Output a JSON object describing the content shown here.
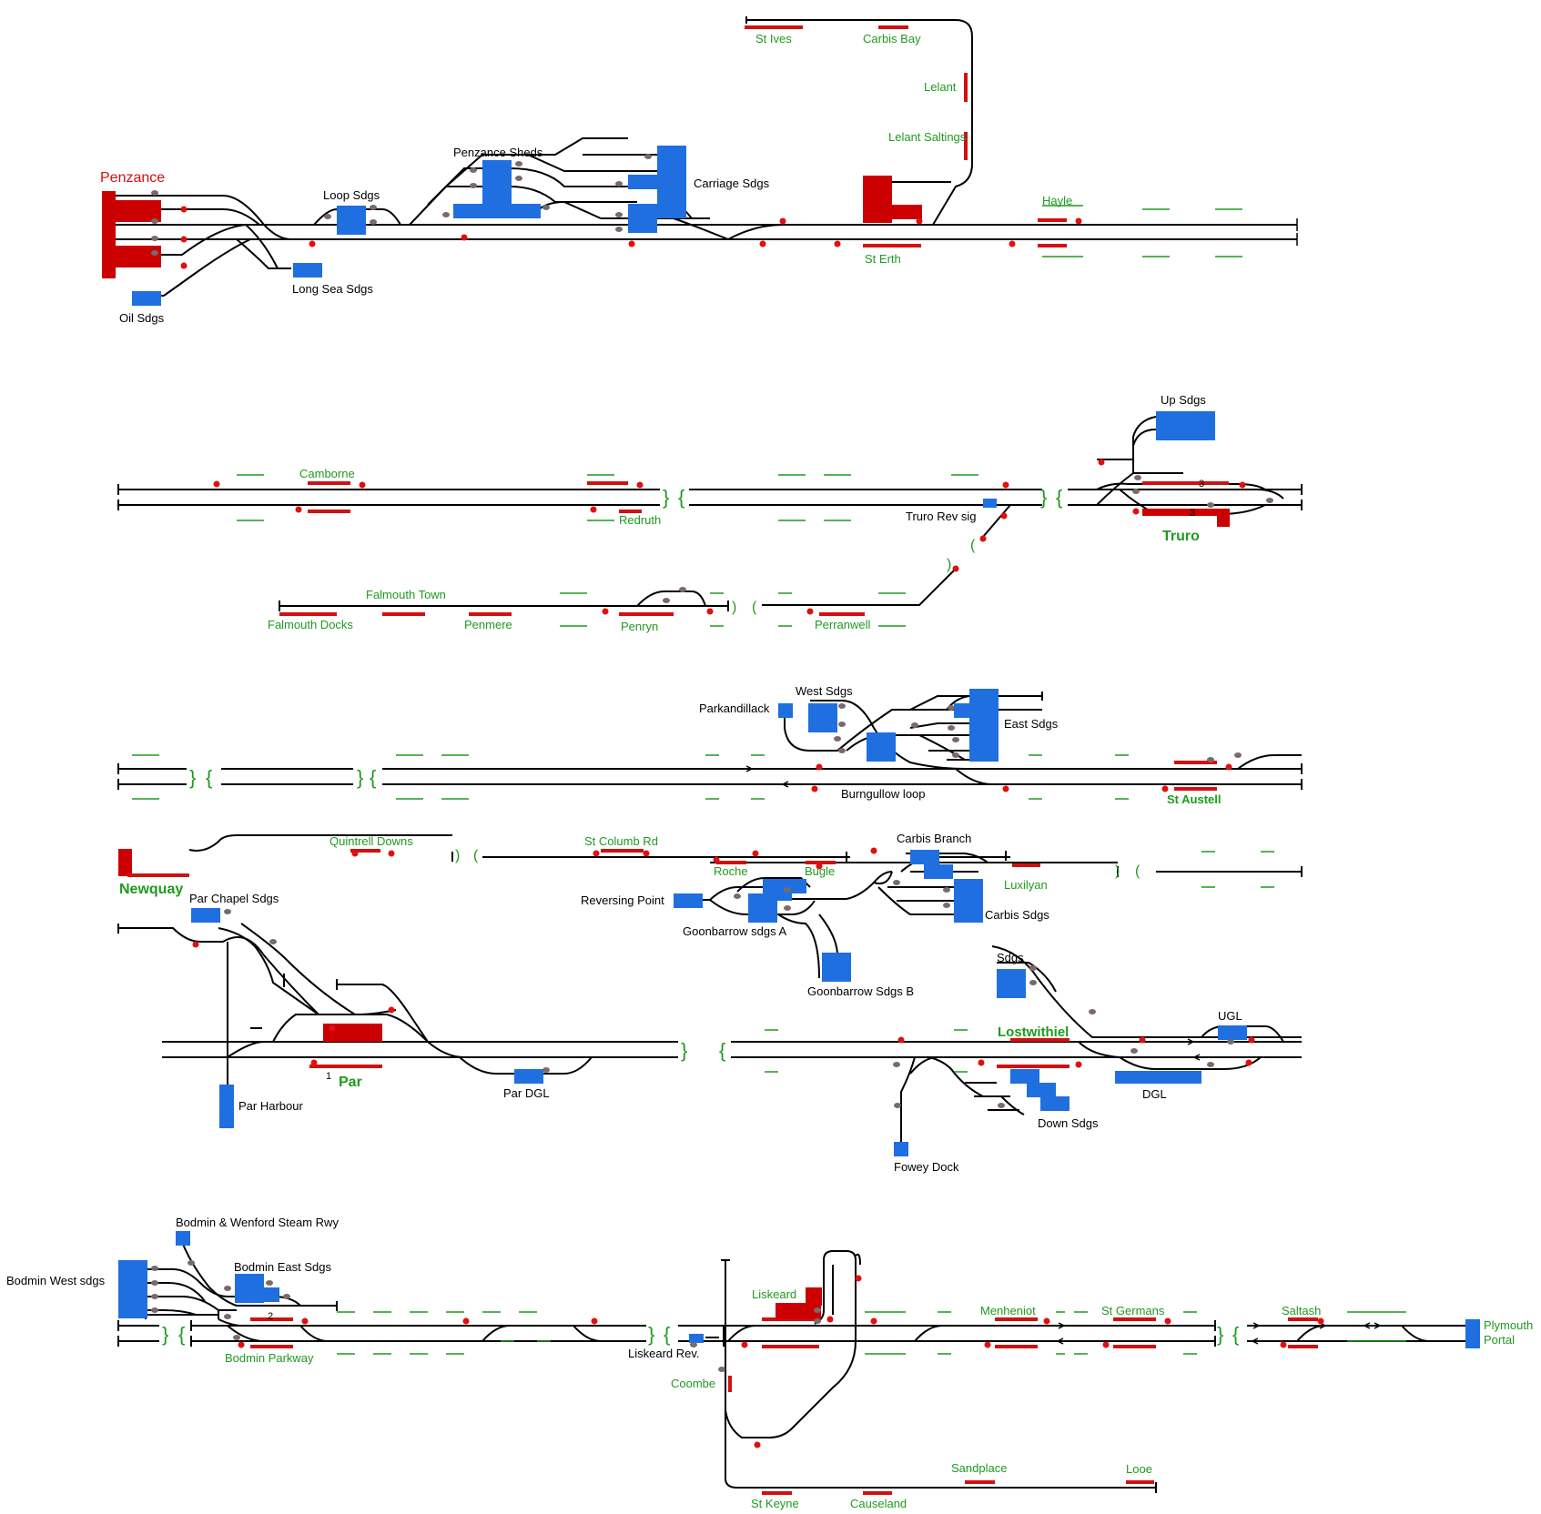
{
  "colors": {
    "track": "#000000",
    "platform": "#d11010",
    "terminus": "#cc0000",
    "siding": "#1f6fe0",
    "station_label": "#1f9a1f",
    "plain_label": "#000000",
    "signal": "#e01010",
    "points": "#7a6a6a"
  },
  "labels": {
    "st_ives": "St Ives",
    "carbis_bay": "Carbis Bay",
    "lelant": "Lelant",
    "lelant_saltings": "Lelant Saltings",
    "penzance": "Penzance",
    "penzance_sheds": "Penzance Sheds",
    "loop_sdgs": "Loop Sdgs",
    "carriage_sdgs": "Carriage Sdgs",
    "long_sea_sdgs": "Long Sea Sdgs",
    "oil_sdgs": "Oil Sdgs",
    "hayle": "Hayle",
    "st_erth": "St Erth",
    "camborne": "Camborne",
    "redruth": "Redruth",
    "up_sdgs": "Up Sdgs",
    "truro": "Truro",
    "truro_rev_sig": "Truro Rev sig",
    "falmouth_town": "Falmouth Town",
    "falmouth_docks": "Falmouth Docks",
    "penmere": "Penmere",
    "penryn": "Penryn",
    "perranwell": "Perranwell",
    "parkandillack": "Parkandillack",
    "west_sdgs": "West Sdgs",
    "east_sdgs": "East Sdgs",
    "burngullow_loop": "Burngullow loop",
    "st_austell": "St Austell",
    "newquay": "Newquay",
    "quintrell_downs": "Quintrell Downs",
    "st_columb_rd": "St Columb Rd",
    "roche": "Roche",
    "bugle": "Bugle",
    "carbis_branch": "Carbis Branch",
    "luxulyan": "Luxilyan",
    "carbis_sdgs": "Carbis Sdgs",
    "reversing_point": "Reversing Point",
    "goonbarrow_a": "Goonbarrow sdgs A",
    "goonbarrow_b": "Goonbarrow Sdgs B",
    "par_chapel_sdgs": "Par Chapel Sdgs",
    "par": "Par",
    "par_harbour": "Par Harbour",
    "par_dgl": "Par DGL",
    "sdgs": "Sdgs",
    "lostwithiel": "Lostwithiel",
    "ugl": "UGL",
    "dgl": "DGL",
    "down_sdgs": "Down Sdgs",
    "fowey_dock": "Fowey Dock",
    "bodmin_wenford": "Bodmin & Wenford Steam Rwy",
    "bodmin_west_sdgs": "Bodmin West sdgs",
    "bodmin_east_sdgs": "Bodmin East Sdgs",
    "bodmin_parkway": "Bodmin Parkway",
    "liskeard": "Liskeard",
    "liskeard_rev": "Liskeard Rev.",
    "coombe": "Coombe",
    "menheniot": "Menheniot",
    "st_germans": "St Germans",
    "saltash": "Saltash",
    "plymouth": "Plymouth",
    "portal": "Portal",
    "sandplace": "Sandplace",
    "looe": "Looe",
    "st_keyne": "St Keyne",
    "causeland": "Causeland",
    "num_1": "1",
    "num_2": "2",
    "num_3a": "3",
    "num_3b": "3"
  }
}
